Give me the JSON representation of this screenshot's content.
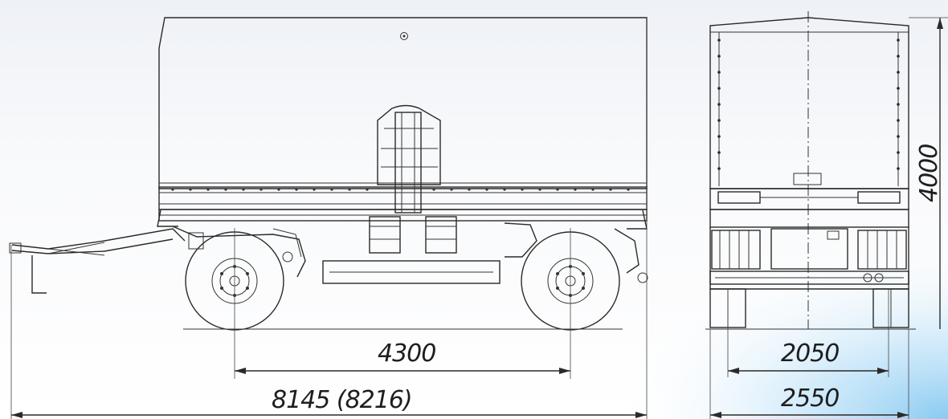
{
  "drawing": {
    "colors": {
      "line": "#2a2a2a",
      "background": "#ffffff",
      "accent": "#9fd3f5"
    },
    "side_view": {
      "wheelbase_label": "4300",
      "overall_length_label": "8145 (8216)"
    },
    "rear_view": {
      "height_label": "4000",
      "track_label": "2050",
      "width_label": "2550"
    }
  }
}
